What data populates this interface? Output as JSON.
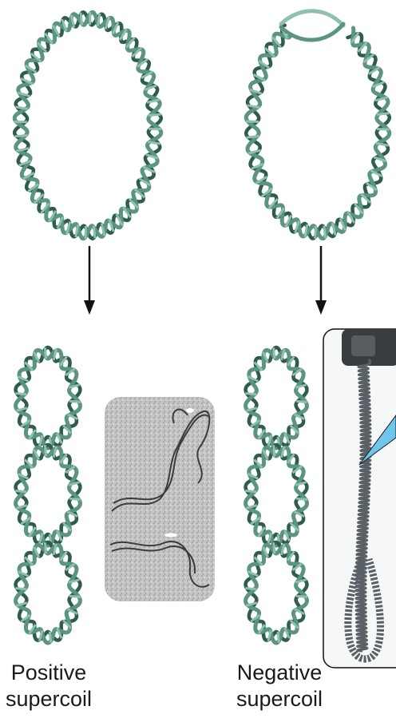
{
  "colors": {
    "ribbon": "#5c9484",
    "ribbon_dark": "#2f5c50",
    "ribbon_light": "#8ec0b0",
    "arrow": "#111111",
    "micrograph_bg": "#c9c9c9",
    "phone_dark": "#3a3d40",
    "callout": "#6ec6ea"
  },
  "labels": {
    "positive_line1": "Positive",
    "positive_line2": "supercoil",
    "negative_line1": "Negative",
    "negative_line2": "supercoil"
  },
  "icons": {
    "relaxed_circle": "circular-dna-icon",
    "unwound_circle": "unwound-circular-dna-icon",
    "positive_coil": "positive-supercoil-icon",
    "negative_coil": "negative-supercoil-icon",
    "micrograph": "electron-micrograph-image",
    "phone_cord": "telephone-cord-photo"
  }
}
